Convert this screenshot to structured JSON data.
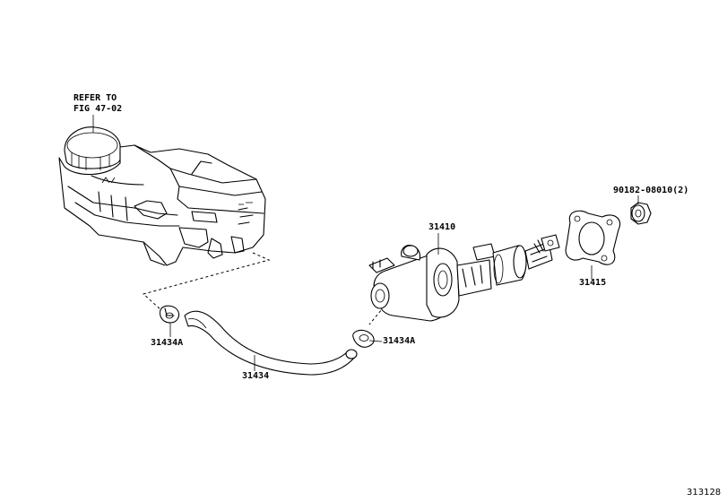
{
  "callouts": {
    "refer_line1": "REFER TO",
    "refer_line2": "FIG 47-02",
    "master_cylinder": "31410",
    "gasket": "31415",
    "nut": "90182-08010(2)",
    "clip_left": "31434A",
    "clip_right": "31434A",
    "hose": "31434"
  },
  "figure_id": "313128"
}
